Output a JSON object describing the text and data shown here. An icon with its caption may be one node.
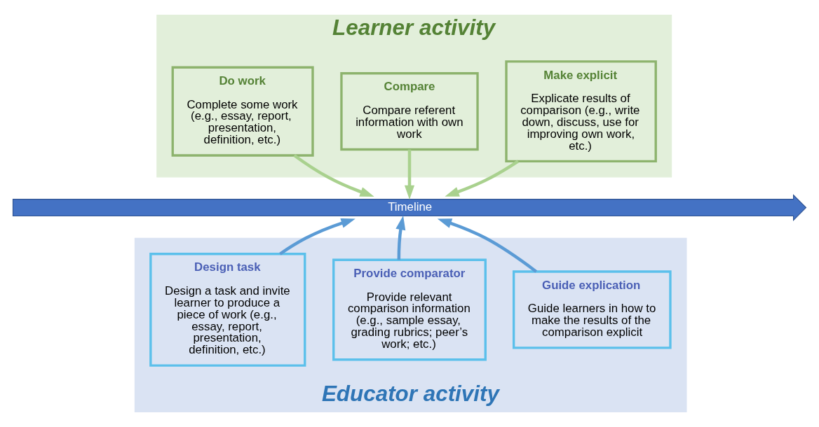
{
  "diagram": {
    "nodes": [
      {
        "text": [
          "Learner activity"
        ]
      },
      {
        "text": [
          "Do work",
          "Complete some work (e.g., essay, report, presentation, definition, etc.)"
        ],
        "in": 0
      },
      {
        "text": [
          "Compare",
          "Compare referent information with own work"
        ],
        "in": 0
      },
      {
        "text": [
          "Make explicit",
          "Explicate results of comparison (e.g., write down, discuss, use for improving own work, etc.)"
        ],
        "in": 0
      },
      {
        "text": [
          "Timeline"
        ]
      },
      {
        "text": [
          "Educator activity"
        ]
      },
      {
        "text": [
          "Design task",
          "Design a task and invite learner to produce a piece of work (e.g., essay, report, presentation, definition, etc.)"
        ],
        "in": 5
      },
      {
        "text": [
          "Provide comparator",
          "Provide relevant comparison information (e.g., sample essay, grading rubrics; peer’s work; etc.)"
        ],
        "in": 5
      },
      {
        "text": [
          "Guide explication",
          "Guide learners in how to make the results of the comparison explicit"
        ],
        "in": 5
      }
    ],
    "edges": [
      {
        "from": 1,
        "to": 4,
        "arrow": "to",
        "color": "#a9d18e"
      },
      {
        "from": 2,
        "to": 4,
        "arrow": "to",
        "color": "#a9d18e"
      },
      {
        "from": 3,
        "to": 4,
        "arrow": "to",
        "color": "#a9d18e"
      },
      {
        "from": 6,
        "to": 4,
        "arrow": "to",
        "color": "#5b9bd5"
      },
      {
        "from": 7,
        "to": 4,
        "arrow": "to",
        "color": "#5b9bd5"
      },
      {
        "from": 8,
        "to": 4,
        "arrow": "to",
        "color": "#5b9bd5"
      }
    ]
  }
}
